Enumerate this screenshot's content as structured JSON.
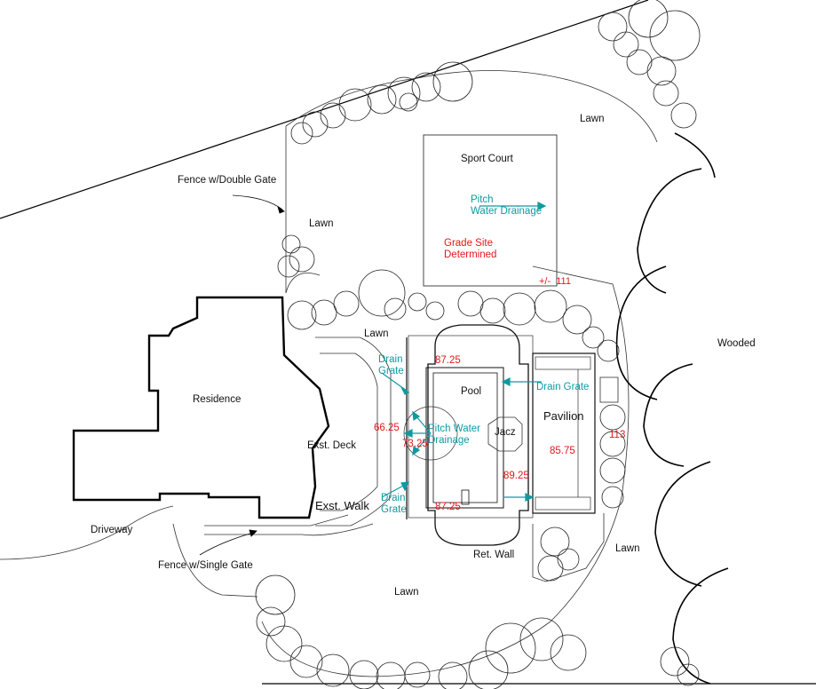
{
  "labels": {
    "lawn_top_right": "Lawn",
    "sport_court": "Sport Court",
    "pitch_water_drainage_court": "Pitch\nWater Drainage",
    "grade_site": "Grade Site\nDetermined",
    "grade_111": "+/-  111",
    "fence_double": "Fence w/Double Gate",
    "lawn_upper_left": "Lawn",
    "lawn_mid": "Lawn",
    "residence": "Residence",
    "wooded": "Wooded",
    "drain_grate_left_top": "Drain\nGrate",
    "elev_87_top": "87.25",
    "pool": "Pool",
    "drain_grate_right": "Drain Grate",
    "pavilion": "Pavilion",
    "elev_66": "66.25",
    "pitch_water_drainage_pool": "Pitch Water\nDrainage",
    "jacz": "Jacz",
    "elev_113": "113",
    "elev_73": "73.25",
    "exst_deck": "Exst. Deck",
    "elev_85": "85.75",
    "elev_89": "89.25",
    "drain_grate_left_bottom": "Drain\nGrate",
    "elev_87_bottom": "87.25",
    "exst_walk": "Exst. Walk",
    "driveway": "Driveway",
    "ret_wall": "Ret. Wall",
    "lawn_right_bottom": "Lawn",
    "fence_single": "Fence w/Single Gate",
    "lawn_bottom": "Lawn"
  },
  "colors": {
    "teal": "#0f9aa0",
    "red": "#e01818",
    "line": "#000000"
  }
}
